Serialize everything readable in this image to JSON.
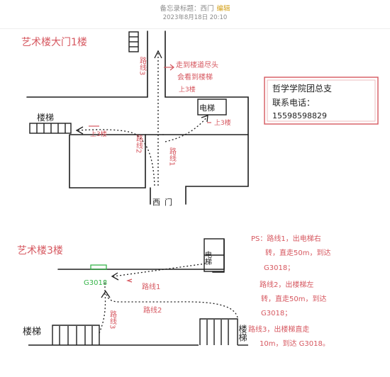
{
  "header": {
    "title_label": "备忘录标题：",
    "title_value": "西门",
    "edit_label": "编辑",
    "date": "2023年8月18日 20:10"
  },
  "map1": {
    "title": "艺术楼大门1楼",
    "stairs_left": "楼梯",
    "elevator": "电梯",
    "up3_left": "上3楼",
    "up3_right": "上3楼",
    "route1": "路线1",
    "route2": "路线2",
    "route3": "路线3",
    "note_line1": "走到楼道尽头",
    "note_line2": "会看到楼梯",
    "note_line3": "上3楼",
    "west_gate": "西门",
    "contact_line1": "哲学学院团总支",
    "contact_line2": "联系电话：",
    "contact_phone": "15598598829"
  },
  "map2": {
    "title": "艺术楼3楼",
    "elevator": "电梯",
    "room": "G3018",
    "route1": "路线1",
    "route2": "路线2",
    "stairs_left": "楼梯",
    "stairs_right": "楼梯",
    "ps_lines": [
      "PS：路线1，出电梯右",
      "转，直走50m，到达",
      "G3018；",
      "路线2，出楼梯左",
      "转，直走50m，到达",
      "G3018；",
      "路线3，出楼梯直走",
      "10m，到达 G3018。"
    ]
  },
  "colors": {
    "accent": "#d6575f",
    "ink": "#1e1e1e",
    "room": "#37b54a",
    "edit": "#d4a017"
  }
}
